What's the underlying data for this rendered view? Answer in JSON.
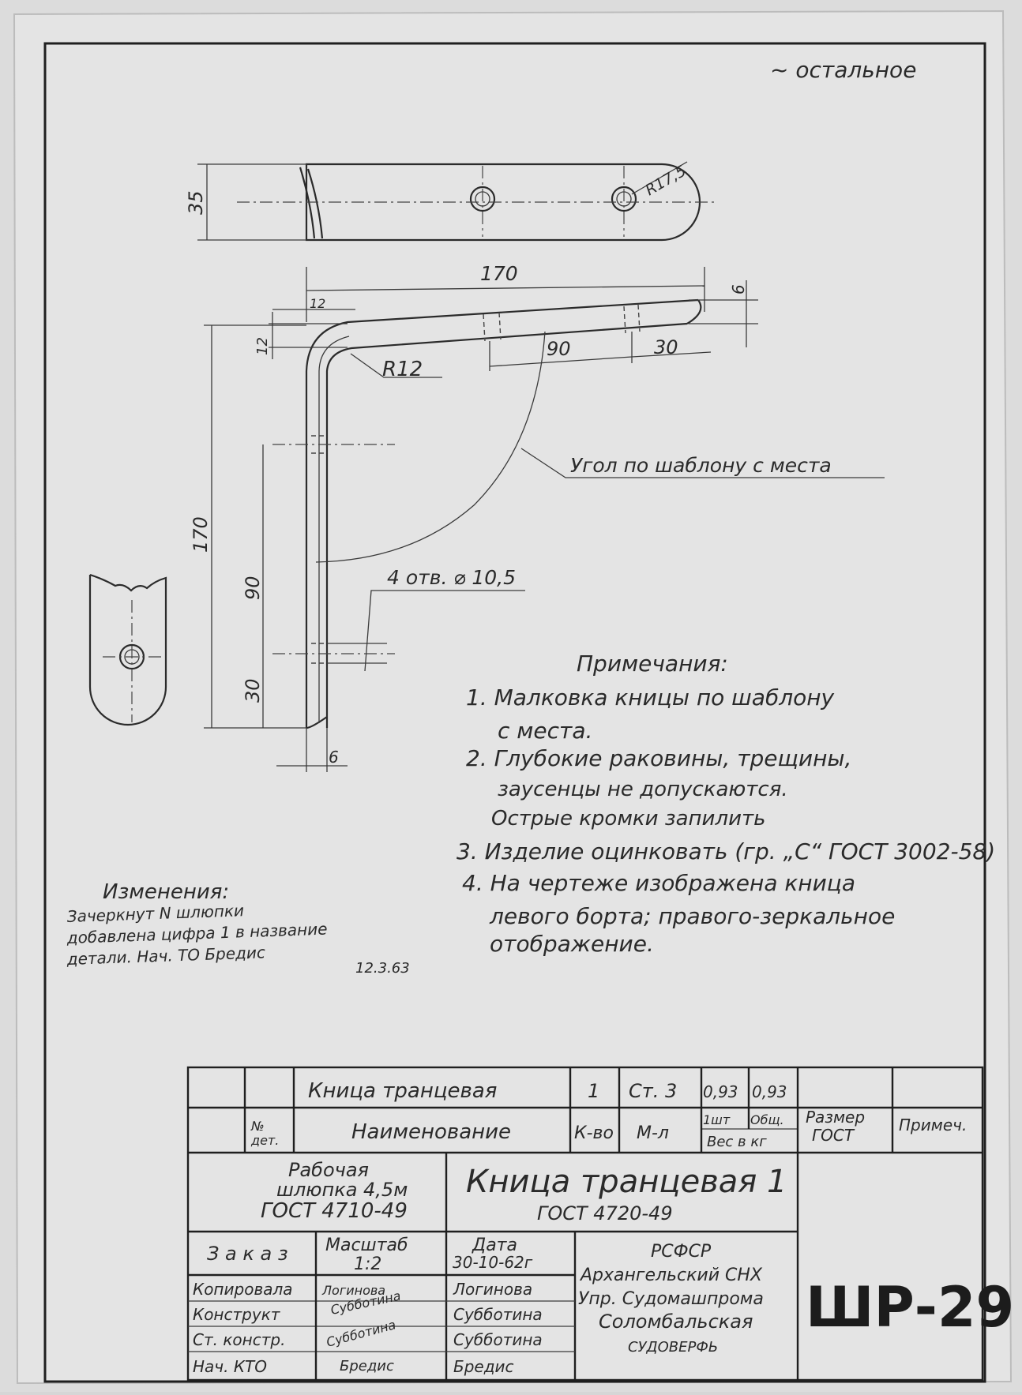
{
  "notes": {
    "top_right": "~ остальное",
    "angle_template": "Угол по шаблону с места",
    "holes": "4 отв. ⌀ 10,5",
    "heading": "Примечания:",
    "n1_l1": "1. Малковка кницы по шаблону",
    "n1_l2": "с места.",
    "n2_l1": "2. Глубокие раковины, трещины,",
    "n2_l2": "заусенцы не допускаются.",
    "n2_l3": "Острые кромки запилить",
    "n3": "3. Изделие оцинковать (гр. „С“ ГОСТ 3002-58)",
    "n4_l1": "4. На чертеже изображена кница",
    "n4_l2": "левого борта; правого-зеркальное",
    "n4_l3": "отображение."
  },
  "dims": {
    "d35": "35",
    "r175": "R17,5",
    "d170_h": "170",
    "d12_top": "12",
    "d6_right": "6",
    "d90_h": "90",
    "d30_h": "30",
    "r12": "R12",
    "d12_left": "12",
    "d170_v": "170",
    "d90_v": "90",
    "d30_v": "30",
    "d6_bottom": "6"
  },
  "changes": {
    "heading": "Изменения:",
    "l1": "Зачеркнут N шлюпки",
    "l2": "добавлена цифра 1 в название",
    "l3": "детали. Нач. ТО Бредис",
    "date": "12.3.63"
  },
  "title_block": {
    "part_name": "Кница транцевая",
    "qty": "1",
    "material": "Ст. 3",
    "weight1": "0,93",
    "weight_total": "0,93",
    "hdr_no": "№",
    "hdr_det": "дет.",
    "hdr_name": "Наименование",
    "hdr_qty": "К-во",
    "hdr_mat": "М-л",
    "hdr_1pc": "1шт",
    "hdr_total": "Общ.",
    "hdr_weight": "Вес в кг",
    "hdr_size": "Размер",
    "hdr_gost": "ГОСТ",
    "hdr_remarks": "Примеч.",
    "assembly_l1": "Рабочая",
    "assembly_l2": "шлюпка 4,5м",
    "assembly_gost": "ГОСТ 4710-49",
    "drawing_title": "Кница транцевая 1",
    "drawing_gost": "ГОСТ 4720-49",
    "order_label": "З а к а з",
    "scale_label": "Масштаб",
    "scale_value": "1:2",
    "date_label": "Дата",
    "date_value": "30-10-62г",
    "roles": [
      "Копировала",
      "Конструкт",
      "Ст. констр.",
      "Нач. КТО"
    ],
    "sigs": [
      "Логинова",
      "Субботина",
      "Субботина",
      "Бредис"
    ],
    "names": [
      "Логинова",
      "Субботина",
      "Субботина",
      "Бредис"
    ],
    "org": [
      "РСФСР",
      "Архангельский СНХ",
      "Упр. Судомашпрома",
      "Соломбальская",
      "СУДОВЕРФЬ"
    ],
    "drawing_number": "ШР-29"
  }
}
